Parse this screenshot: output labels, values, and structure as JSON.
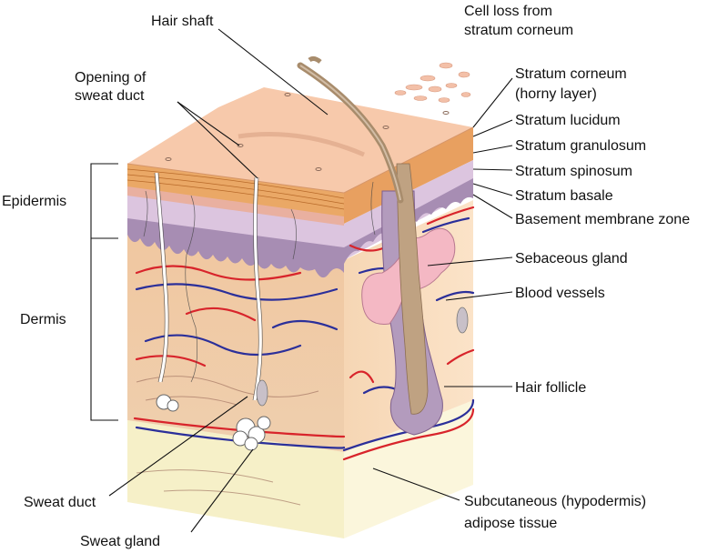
{
  "labels": {
    "hair_shaft": "Hair shaft",
    "cell_loss_1": "Cell loss from",
    "cell_loss_2": "stratum corneum",
    "opening_1": "Opening of",
    "opening_2": "sweat duct",
    "stratum_corneum_1": "Stratum corneum",
    "stratum_corneum_2": "(horny layer)",
    "stratum_lucidum": "Stratum lucidum",
    "stratum_granulosum": "Stratum granulosum",
    "stratum_spinosum": "Stratum spinosum",
    "stratum_basale": "Stratum basale",
    "basement_membrane": "Basement membrane zone",
    "epidermis": "Epidermis",
    "sebaceous_gland": "Sebaceous gland",
    "dermis": "Dermis",
    "blood_vessels": "Blood vessels",
    "hair_follicle": "Hair follicle",
    "sweat_duct": "Sweat duct",
    "subcutaneous_1": "Subcutaneous (hypodermis)",
    "subcutaneous_2": "adipose tissue",
    "sweat_gland": "Sweat gland"
  },
  "colors": {
    "epidermis_top": "#f6c8a8",
    "epidermis_band": "#e8a86a",
    "spinosum": "#d9c2dd",
    "basale": "#a58bb0",
    "dermis": "#efc9a2",
    "dermis_side": "#f7d8b8",
    "hypodermis": "#f6f0c8",
    "artery": "#d8242b",
    "vein": "#2b2f9a",
    "hair": "#a88c6c",
    "gland": "#f4b8c4"
  }
}
